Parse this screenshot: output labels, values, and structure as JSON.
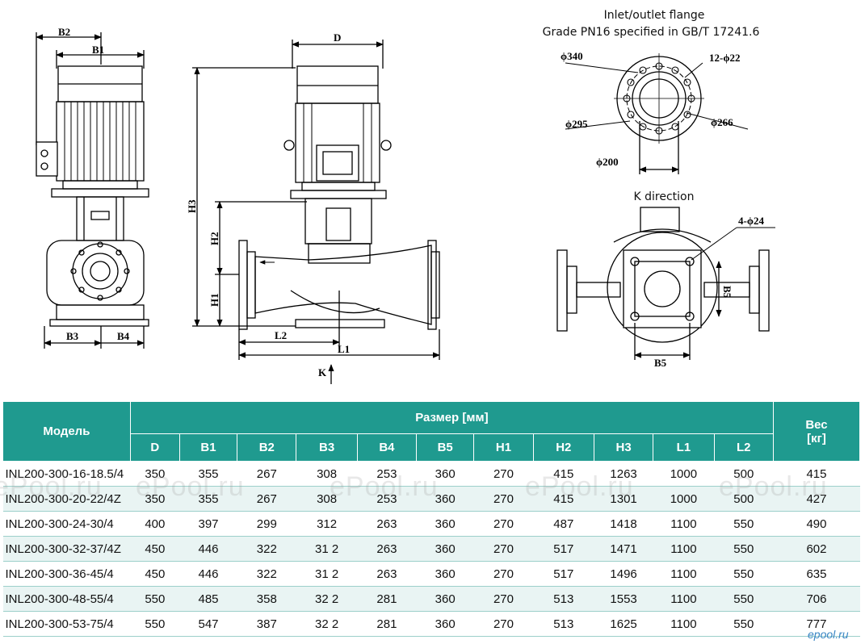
{
  "drawing": {
    "flange_title": "Inlet/outlet flange",
    "flange_grade": "Grade PN16 specified in GB/T 17241.6",
    "k_direction": "K direction",
    "k_marker": "K",
    "dims": {
      "B1": "B1",
      "B2": "B2",
      "B3": "B3",
      "B4": "B4",
      "B5": "B5",
      "D": "D",
      "H1": "H1",
      "H2": "H2",
      "H3": "H3",
      "L1": "L1",
      "L2": "L2"
    },
    "flange_dims": {
      "d340": "ϕ340",
      "holes": "12-ϕ22",
      "d295": "ϕ295",
      "d266": "ϕ266",
      "d200": "ϕ200",
      "base_holes": "4-ϕ24"
    }
  },
  "table": {
    "model_header": "Модель",
    "size_header": "Размер [мм]",
    "weight_header_1": "Вес",
    "weight_header_2": "[кг]",
    "columns": [
      "D",
      "B1",
      "B2",
      "B3",
      "B4",
      "B5",
      "H1",
      "H2",
      "H3",
      "L1",
      "L2"
    ],
    "rows": [
      {
        "model": "INL200-300-16-18.5/4",
        "values": [
          "350",
          "355",
          "267",
          "308",
          "253",
          "360",
          "270",
          "415",
          "1263",
          "1000",
          "500"
        ],
        "weight": "415"
      },
      {
        "model": "INL200-300-20-22/4Z",
        "values": [
          "350",
          "355",
          "267",
          "308",
          "253",
          "360",
          "270",
          "415",
          "1301",
          "1000",
          "500"
        ],
        "weight": "427"
      },
      {
        "model": "INL200-300-24-30/4",
        "values": [
          "400",
          "397",
          "299",
          "312",
          "263",
          "360",
          "270",
          "487",
          "1418",
          "1100",
          "550"
        ],
        "weight": "490"
      },
      {
        "model": "INL200-300-32-37/4Z",
        "values": [
          "450",
          "446",
          "322",
          "31 2",
          "263",
          "360",
          "270",
          "517",
          "1471",
          "1100",
          "550"
        ],
        "weight": "602"
      },
      {
        "model": "INL200-300-36-45/4",
        "values": [
          "450",
          "446",
          "322",
          "31 2",
          "263",
          "360",
          "270",
          "517",
          "1496",
          "1100",
          "550"
        ],
        "weight": "635"
      },
      {
        "model": "INL200-300-48-55/4",
        "values": [
          "550",
          "485",
          "358",
          "32 2",
          "281",
          "360",
          "270",
          "513",
          "1553",
          "1100",
          "550"
        ],
        "weight": "706"
      },
      {
        "model": "INL200-300-53-75/4",
        "values": [
          "550",
          "547",
          "387",
          "32 2",
          "281",
          "360",
          "270",
          "513",
          "1625",
          "1100",
          "550"
        ],
        "weight": "777"
      }
    ]
  },
  "watermark": {
    "text": "ePool.ru",
    "corner": "epool.ru"
  }
}
